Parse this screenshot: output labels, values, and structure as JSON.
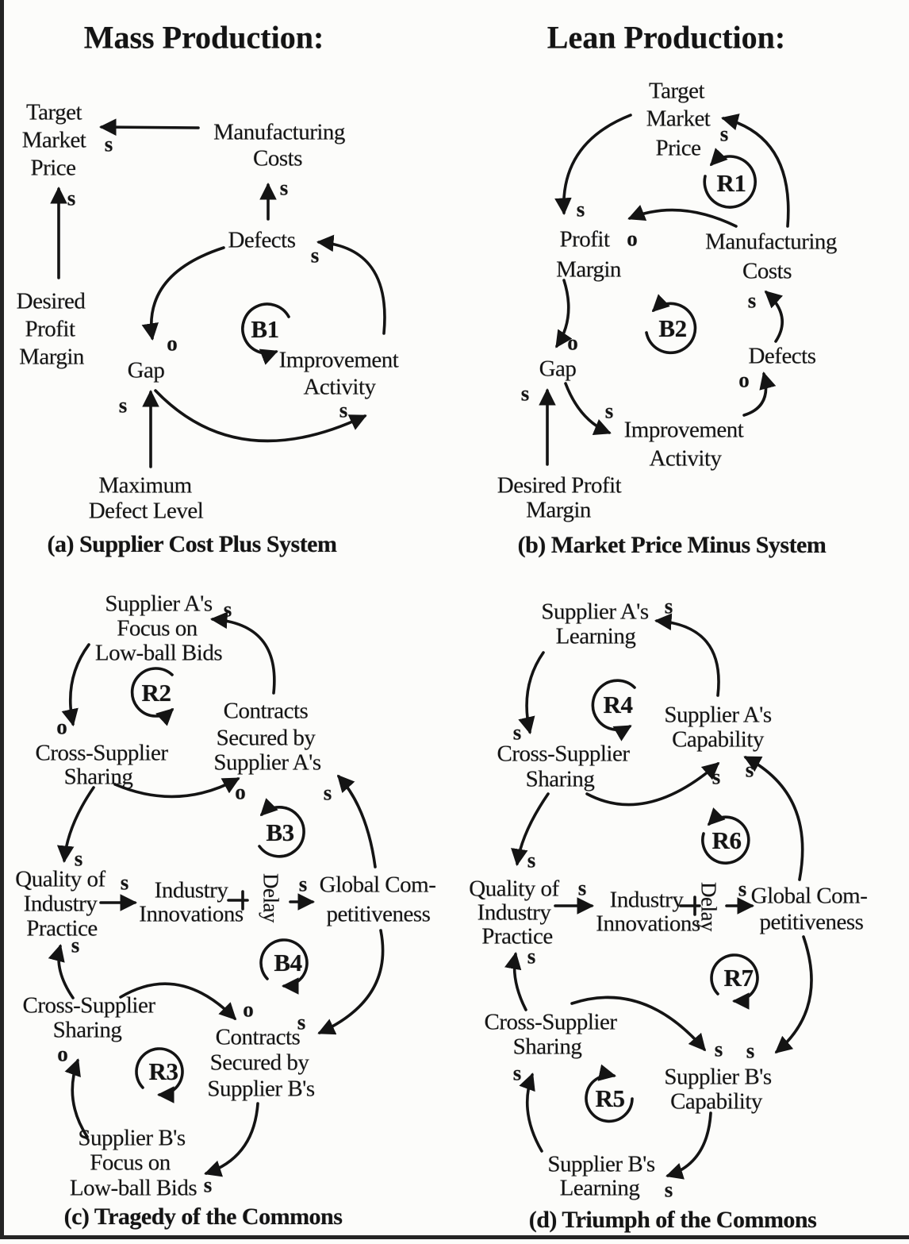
{
  "headings": {
    "mass": "Mass Production:",
    "lean": "Lean Production:"
  },
  "diagram_a": {
    "caption": "(a) Supplier Cost Plus System",
    "loops": {
      "b1": "B1"
    },
    "nodes": {
      "target_market_price": [
        "Target",
        "Market",
        "Price"
      ],
      "manufacturing_costs": [
        "Manufacturing",
        "Costs"
      ],
      "defects": "Defects",
      "desired_profit_margin": [
        "Desired",
        "Profit",
        "Margin"
      ],
      "gap": "Gap",
      "improvement_activity": [
        "Improvement",
        "Activity"
      ],
      "maximum_defect_level": [
        "Maximum",
        "Defect Level"
      ]
    },
    "marks": {
      "mfg_to_target": "s",
      "desired_to_target": "s",
      "defects_to_mfg": "s",
      "improvement_to_defects": "s",
      "defects_to_gap": "o",
      "max_defect_to_gap": "s",
      "gap_to_improvement": "s"
    }
  },
  "diagram_b": {
    "caption": "(b) Market Price Minus System",
    "loops": {
      "r1": "R1",
      "b2": "B2"
    },
    "nodes": {
      "target_market_price": [
        "Target",
        "Market",
        "Price"
      ],
      "profit_margin": [
        "Profit",
        "Margin"
      ],
      "manufacturing_costs": [
        "Manufacturing",
        "Costs"
      ],
      "defects": "Defects",
      "gap": "Gap",
      "improvement_activity": [
        "Improvement",
        "Activity"
      ],
      "desired_profit_margin": [
        "Desired Profit",
        "Margin"
      ]
    },
    "marks": {
      "mfg_to_target": "s",
      "target_to_profit": "s",
      "mfg_to_profit": "o",
      "profit_to_gap": "o",
      "desired_to_gap": "s",
      "gap_to_improvement": "s",
      "improvement_to_defects": "o",
      "defects_to_mfg": "s"
    }
  },
  "diagram_c": {
    "caption": "(c) Tragedy of the Commons",
    "loops": {
      "r2": "R2",
      "b3": "B3",
      "b4": "B4",
      "r3": "R3"
    },
    "nodes": {
      "supplier_a_focus": [
        "Supplier A's",
        "Focus on",
        "Low-ball Bids"
      ],
      "cross_supplier_sharing_top": [
        "Cross-Supplier",
        "Sharing"
      ],
      "contracts_supplier_a": [
        "Contracts",
        "Secured by",
        "Supplier A's"
      ],
      "quality_of_industry_practice": [
        "Quality of",
        "Industry",
        "Practice"
      ],
      "industry_innovations": [
        "Industry",
        "Innovations"
      ],
      "delay": "Delay",
      "global_competitiveness": [
        "Global Com-",
        "petitiveness"
      ],
      "cross_supplier_sharing_bottom": [
        "Cross-Supplier",
        "Sharing"
      ],
      "contracts_supplier_b": [
        "Contracts",
        "Secured by",
        "Supplier B's"
      ],
      "supplier_b_focus": [
        "Supplier B's",
        "Focus on",
        "Low-ball Bids"
      ]
    },
    "marks": {
      "contracts_a_to_focus_a": "s",
      "focus_a_to_sharing": "o",
      "sharing_to_contracts_a": "o",
      "global_to_contracts_a": "s",
      "sharing_to_quality": "s",
      "quality_to_innovations": "s",
      "innovations_to_global": "s",
      "global_to_contracts_b": "s",
      "sharing2_to_contracts_b": "o",
      "focus_b_to_sharing2": "o",
      "contracts_b_to_focus_b": "s",
      "sharing2_to_quality": "s"
    }
  },
  "diagram_d": {
    "caption": "(d)  Triumph of the Commons",
    "loops": {
      "r4": "R4",
      "r6": "R6",
      "r7": "R7",
      "r5": "R5"
    },
    "nodes": {
      "supplier_a_learning": [
        "Supplier A's",
        "Learning"
      ],
      "cross_supplier_sharing_top": [
        "Cross-Supplier",
        "Sharing"
      ],
      "supplier_a_capability": [
        "Supplier A's",
        "Capability"
      ],
      "quality_of_industry_practice": [
        "Quality of",
        "Industry",
        "Practice"
      ],
      "industry_innovations": [
        "Industry",
        "Innovations"
      ],
      "delay": "Delay",
      "global_competitiveness": [
        "Global Com-",
        "petitiveness"
      ],
      "cross_supplier_sharing_bottom": [
        "Cross-Supplier",
        "Sharing"
      ],
      "supplier_b_capability": [
        "Supplier B's",
        "Capability"
      ],
      "supplier_b_learning": [
        "Supplier B's",
        "Learning"
      ]
    },
    "marks": {
      "capability_a_to_learning_a": "s",
      "learning_a_to_sharing": "s",
      "sharing_to_capability_a": "s",
      "global_to_capability_a": "s",
      "sharing_to_quality": "s",
      "quality_to_innovations": "s",
      "innovations_to_global": "s",
      "global_to_capability_b": "s",
      "sharing2_to_capability_b": "s",
      "learning_b_to_sharing2": "s",
      "capability_b_to_learning_b": "s",
      "sharing2_to_quality": "s"
    }
  }
}
